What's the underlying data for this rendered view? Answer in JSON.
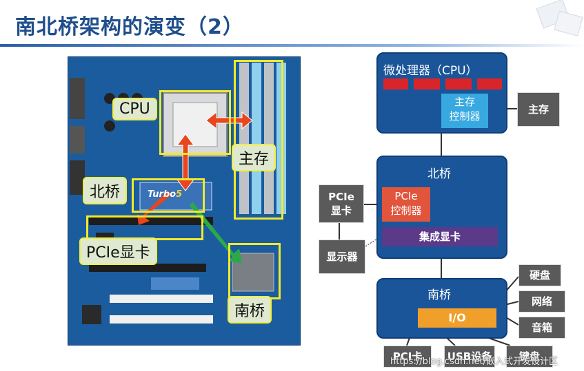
{
  "slide": {
    "title": "南北桥架构的演变（2）"
  },
  "board": {
    "cpu_label": "CPU",
    "memory_label": "主存",
    "northbridge_label": "北桥",
    "pcie_label": "PCIe显卡",
    "southbridge_label": "南桥",
    "chip_logo": "Turbo",
    "chip_number": "5"
  },
  "diagram": {
    "cpu": {
      "title": "微处理器（CPU）",
      "memctrl": "主存\n控制器"
    },
    "memory": "主存",
    "northbridge": {
      "title": "北桥",
      "pcie_ctrl": "PCIe\n控制器",
      "igpu": "集成显卡"
    },
    "pcie_card": "PCIe\n显卡",
    "monitor": "显示器",
    "southbridge": {
      "title": "南桥",
      "io": "I/O"
    },
    "disk": "硬盘",
    "network": "网络",
    "speaker": "音箱",
    "pci_card": "PCI卡",
    "usb": "USB设备",
    "other": "键盘"
  },
  "watermark": "https://blog.csdn.net/嵌入式开发设计区",
  "colors": {
    "title": "#1f4e8c",
    "box": "#1a5599",
    "red": "#d9252a",
    "orange": "#f0a02a",
    "purple": "#5b3a8a",
    "gray": "#5a5a5a"
  }
}
